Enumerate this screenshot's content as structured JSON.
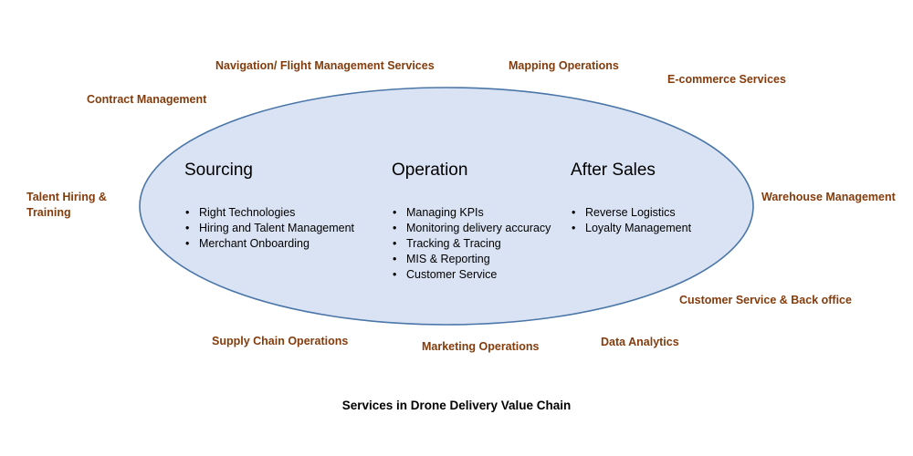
{
  "diagram": {
    "caption": "Services in Drone Delivery Value Chain",
    "colors": {
      "ellipse_fill": "#DAE3F3",
      "ellipse_stroke": "#4A76A8",
      "outer_label": "#843C0C",
      "text": "#000000"
    },
    "columns": [
      {
        "title": "Sourcing",
        "items": [
          "Right Technologies",
          "Hiring and Talent Management",
          "Merchant Onboarding"
        ]
      },
      {
        "title": "Operation",
        "items": [
          "Managing KPIs",
          "Monitoring delivery accuracy",
          "Tracking & Tracing",
          "MIS & Reporting",
          "Customer Service"
        ]
      },
      {
        "title": "After Sales",
        "items": [
          "Reverse Logistics",
          "Loyalty Management"
        ]
      }
    ],
    "outer_services": [
      "Navigation/ Flight Management Services",
      "Mapping Operations",
      "E-commerce Services",
      "Contract Management",
      "Talent Hiring &",
      "Training",
      "Warehouse Management",
      "Customer Service & Back office",
      "Supply Chain Operations",
      "Marketing Operations",
      "Data Analytics"
    ],
    "bullet": "•"
  }
}
